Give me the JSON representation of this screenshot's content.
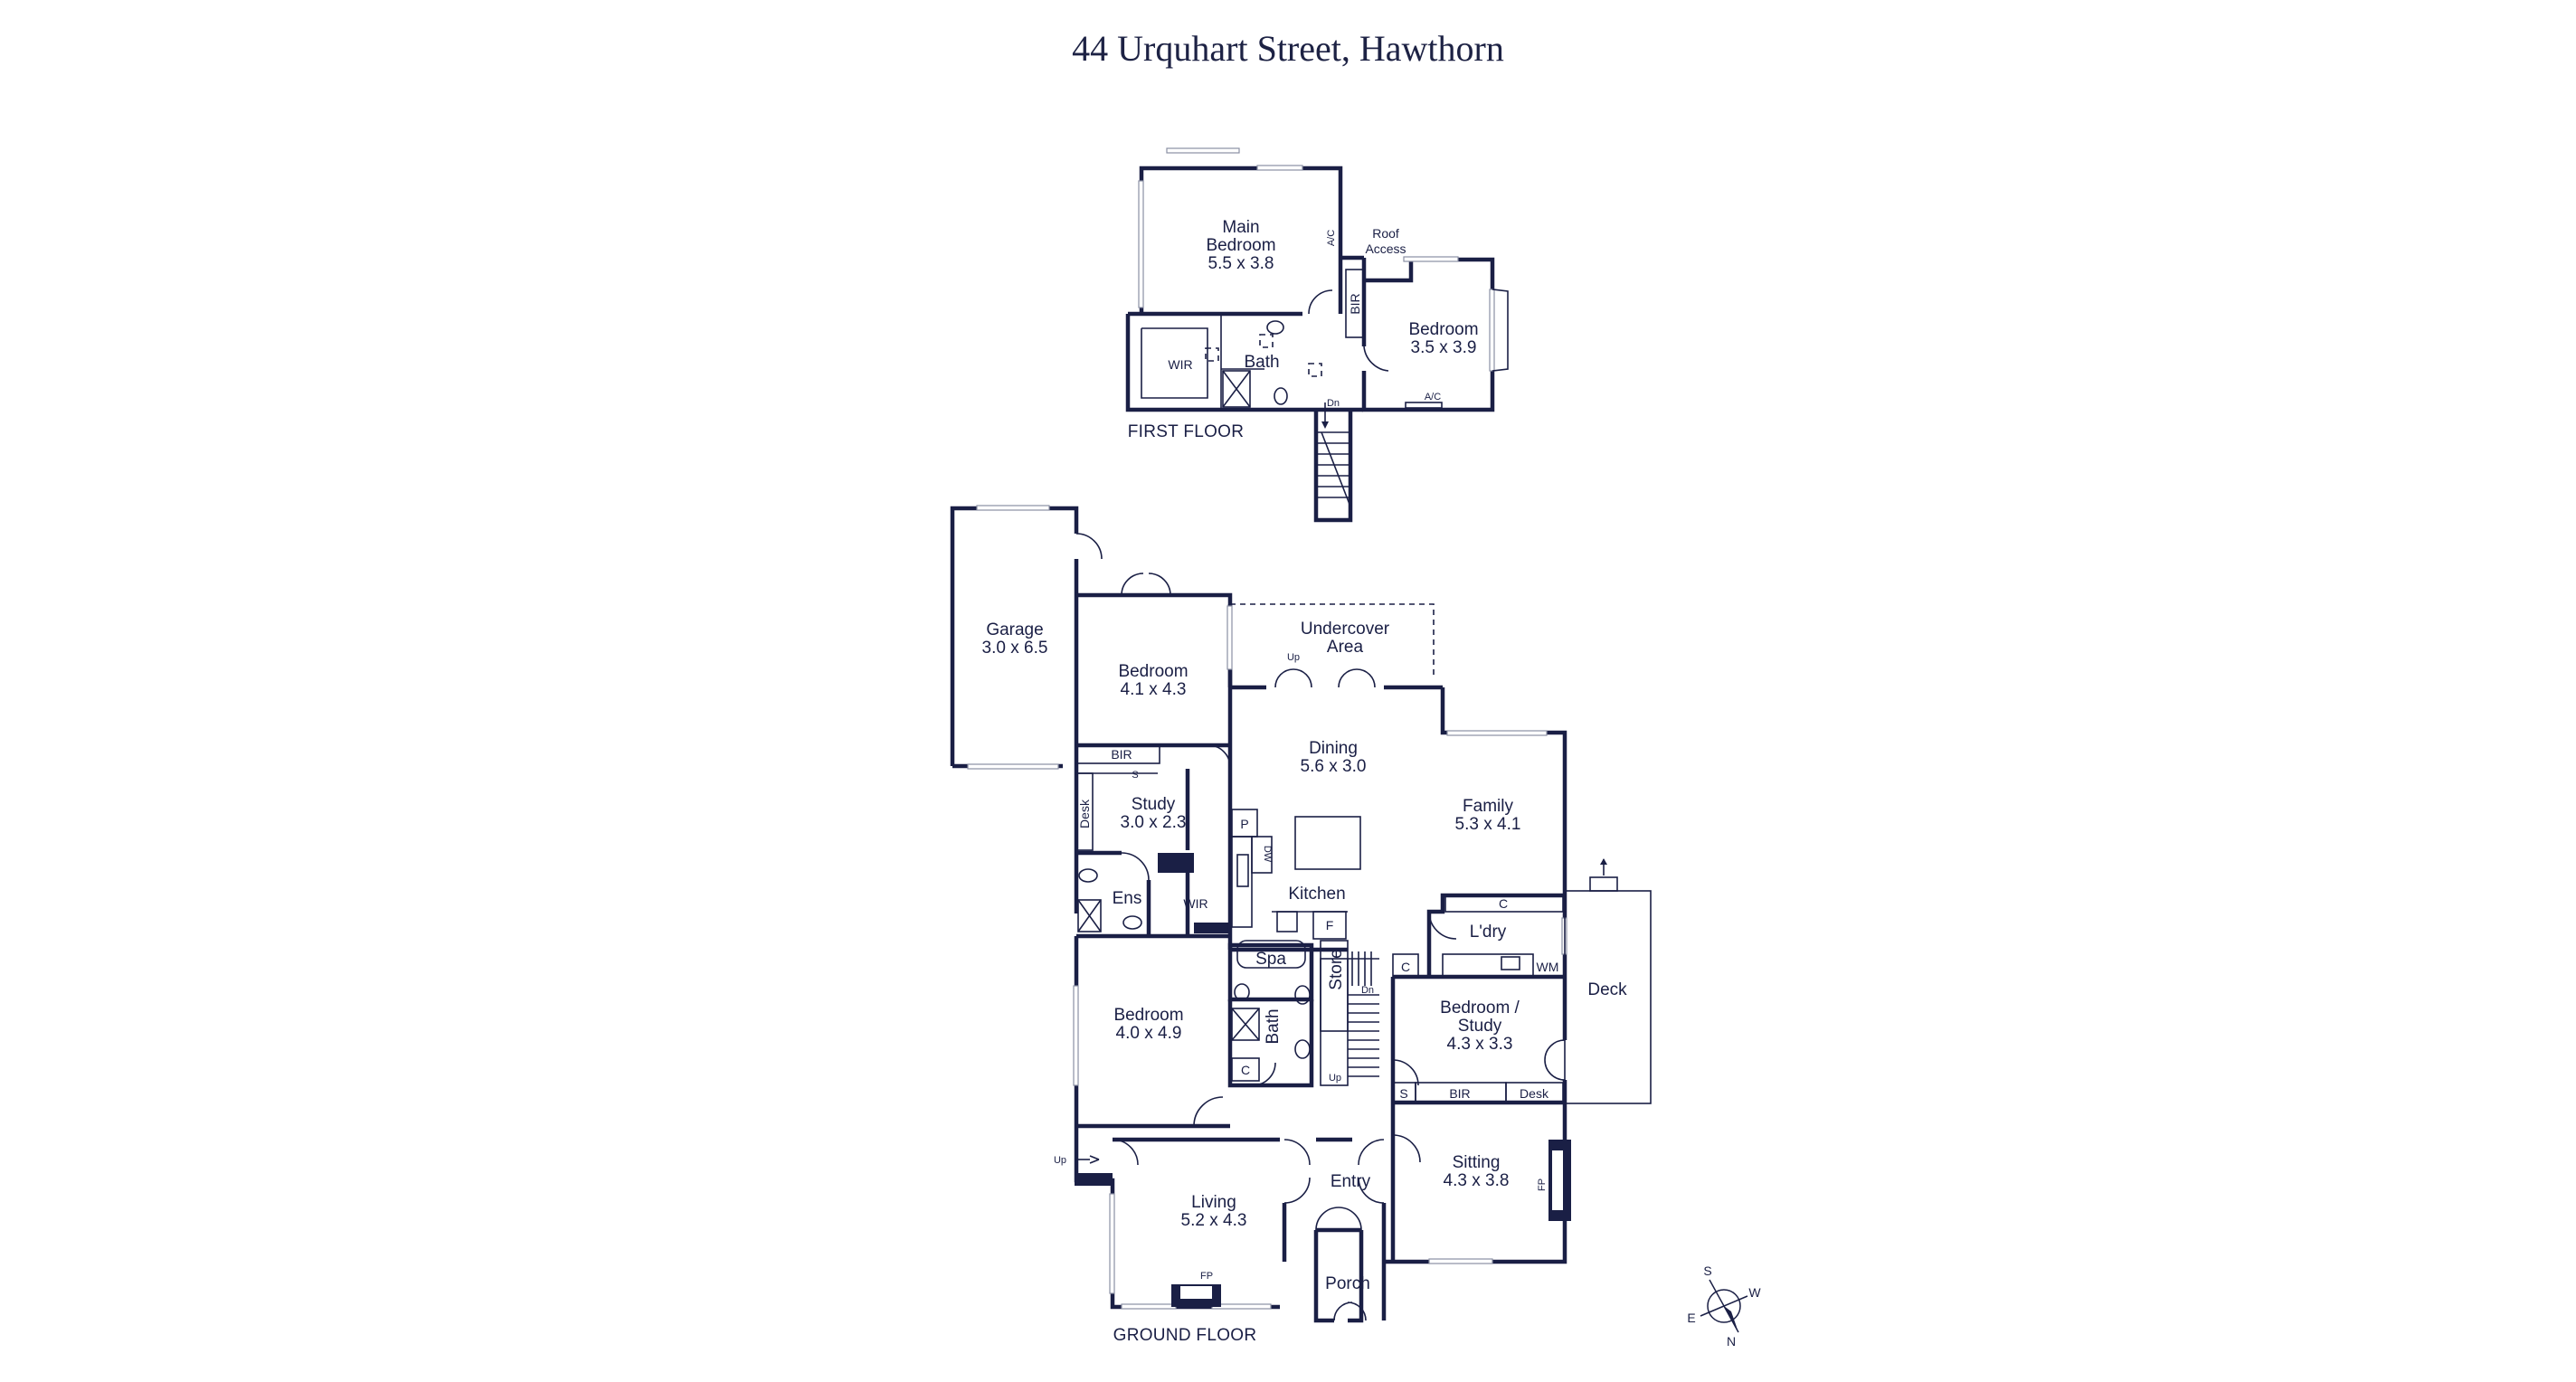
{
  "title": "44 Urquhart Street, Hawthorn",
  "floors": {
    "first": "FIRST FLOOR",
    "ground": "GROUND FLOOR"
  },
  "rooms": {
    "main_bedroom": {
      "name": "Main\nBedroom",
      "dims": "5.5 x 3.8"
    },
    "roof_access": "Roof\nAccess",
    "bedroom_first": {
      "name": "Bedroom",
      "dims": "3.5 x 3.9"
    },
    "wir_first": "WIR",
    "bath_first": "Bath",
    "garage": {
      "name": "Garage",
      "dims": "3.0 x 6.5"
    },
    "bedroom_nw": {
      "name": "Bedroom",
      "dims": "4.1 x 4.3"
    },
    "undercover": "Undercover\nArea",
    "dining": {
      "name": "Dining",
      "dims": "5.6 x 3.0"
    },
    "family": {
      "name": "Family",
      "dims": "5.3 x 4.1"
    },
    "study": {
      "name": "Study",
      "dims": "3.0 x 2.3"
    },
    "kitchen": "Kitchen",
    "ens": "Ens",
    "wir_ground": "WIR",
    "spa": "Spa",
    "store": "Store",
    "bath_ground": "Bath",
    "laundry": "L'dry",
    "deck": "Deck",
    "bedroom_study": {
      "name": "Bedroom /\nStudy",
      "dims": "4.3 x 3.3"
    },
    "bedroom_sw": {
      "name": "Bedroom",
      "dims": "4.0 x 4.9"
    },
    "sitting": {
      "name": "Sitting",
      "dims": "4.3 x 3.8"
    },
    "entry": "Entry",
    "living": {
      "name": "Living",
      "dims": "5.2 x 4.3"
    },
    "porch": "Porch"
  },
  "fixtures": {
    "ac": "A/C",
    "bir": "BIR",
    "dn": "Dn",
    "up": "Up",
    "s": "S",
    "desk": "Desk",
    "p": "P",
    "dw": "DW",
    "f": "F",
    "c": "C",
    "wm": "WM",
    "fp": "FP"
  },
  "compass": {
    "s": "S",
    "w": "W",
    "e": "E",
    "n": "N"
  }
}
